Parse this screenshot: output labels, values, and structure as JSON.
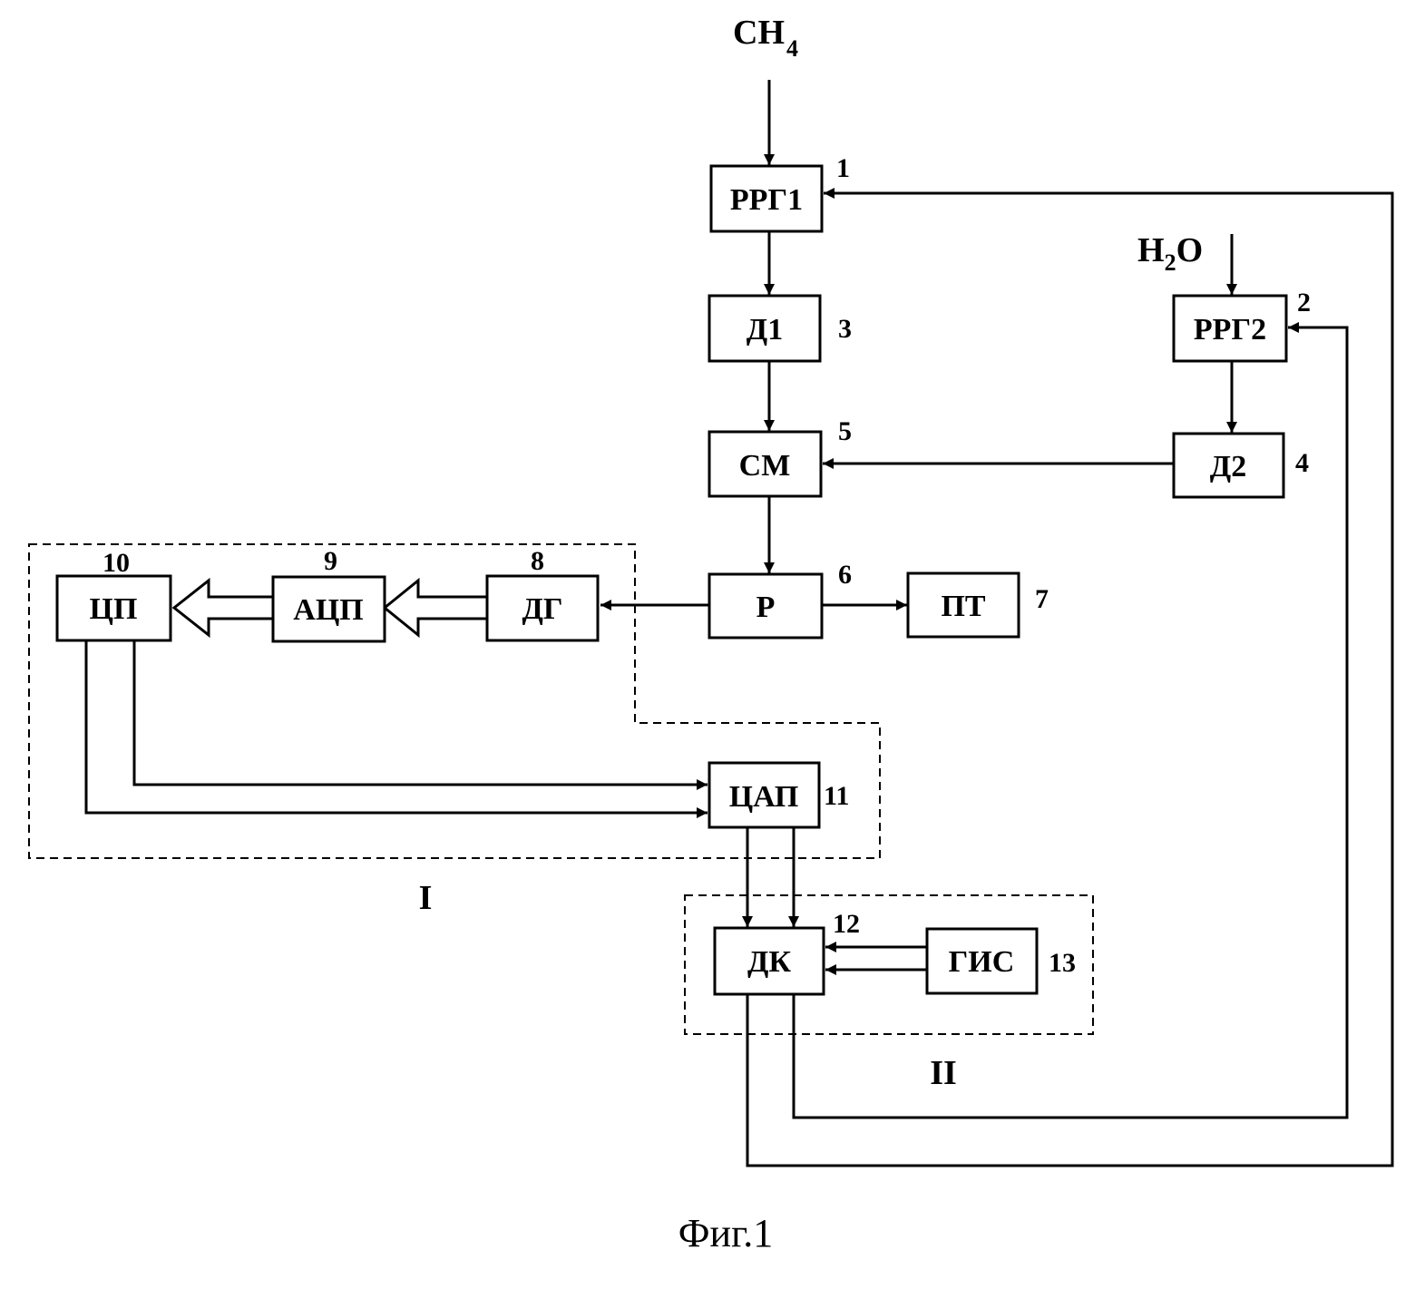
{
  "inputs": {
    "methane": {
      "main": "CH",
      "sub": "4"
    },
    "water": {
      "pre": "H",
      "sub": "2",
      "post": "O"
    }
  },
  "blocks": {
    "rrg1": {
      "label": "РРГ1",
      "num": "1"
    },
    "rrg2": {
      "label": "РРГ2",
      "num": "2"
    },
    "d1": {
      "label": "Д1",
      "num": "3"
    },
    "d2": {
      "label": "Д2",
      "num": "4"
    },
    "sm": {
      "label": "СМ",
      "num": "5"
    },
    "r": {
      "label": "Р",
      "num": "6"
    },
    "pt": {
      "label": "ПТ",
      "num": "7"
    },
    "dg": {
      "label": "ДГ",
      "num": "8"
    },
    "adc": {
      "label": "АЦП",
      "num": "9"
    },
    "cp": {
      "label": "ЦП",
      "num": "10"
    },
    "dac": {
      "label": "ЦАП",
      "num": "11"
    },
    "dk": {
      "label": "ДК",
      "num": "12"
    },
    "gis": {
      "label": "ГИС",
      "num": "13"
    }
  },
  "groups": {
    "group1": "I",
    "group2": "II"
  },
  "caption": "Фиг.1"
}
